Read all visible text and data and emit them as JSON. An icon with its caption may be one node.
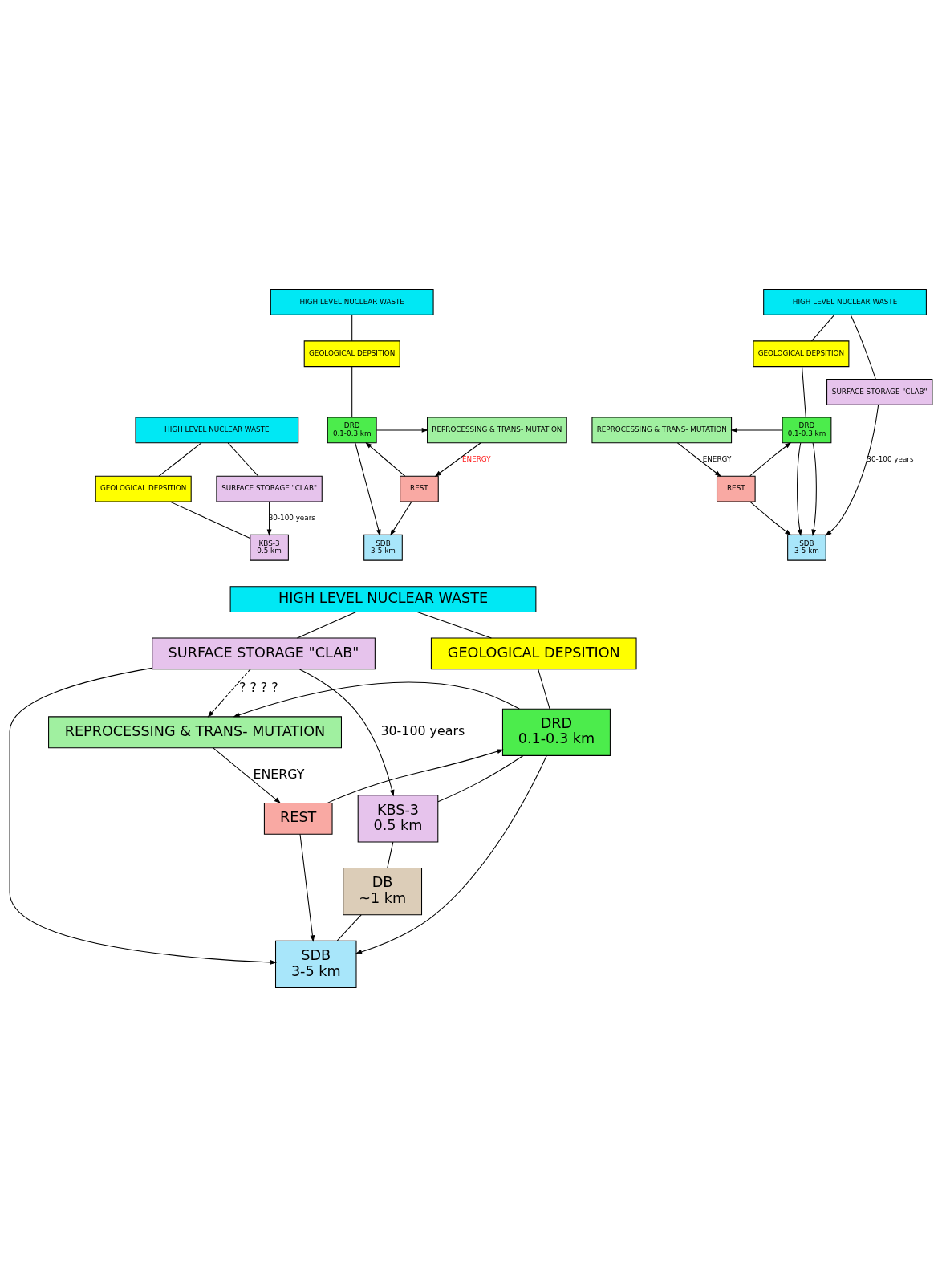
{
  "diagram": {
    "nodes": [
      {
        "text": [
          "HIGH LEVEL NUCLEAR WASTE"
        ]
      },
      {
        "text": [
          "GEOLOGICAL DEPSITION"
        ]
      },
      {
        "text": [
          "SURFACE STORAGE \"CLAB\""
        ]
      },
      {
        "text": [
          "KBS-3",
          "0.5 km"
        ]
      },
      {
        "text": [
          "HIGH LEVEL NUCLEAR WASTE"
        ]
      },
      {
        "text": [
          "GEOLOGICAL DEPSITION"
        ]
      },
      {
        "text": [
          "REPROCESSING & TRANS- MUTATION"
        ]
      },
      {
        "text": [
          "DRD",
          "0.1-0.3 km"
        ]
      },
      {
        "text": [
          "REST"
        ]
      },
      {
        "text": [
          "SDB",
          "3-5 km"
        ]
      },
      {
        "text": [
          "HIGH LEVEL NUCLEAR WASTE"
        ]
      },
      {
        "text": [
          "GEOLOGICAL DEPSITION"
        ]
      },
      {
        "text": [
          "SURFACE STORAGE \"CLAB\""
        ]
      },
      {
        "text": [
          "REPROCESSING & TRANS- MUTATION"
        ]
      },
      {
        "text": [
          "DRD",
          "0.1-0.3 km"
        ]
      },
      {
        "text": [
          "REST"
        ]
      },
      {
        "text": [
          "SDB",
          "3-5 km"
        ]
      },
      {
        "text": [
          "HIGH LEVEL NUCLEAR WASTE"
        ]
      },
      {
        "text": [
          "GEOLOGICAL DEPSITION"
        ]
      },
      {
        "text": [
          "SURFACE STORAGE \"CLAB\""
        ]
      },
      {
        "text": [
          "REPROCESSING & TRANS- MUTATION"
        ]
      },
      {
        "text": [
          "DRD",
          "0.1-0.3 km"
        ]
      },
      {
        "text": [
          "REST"
        ]
      },
      {
        "text": [
          "KBS-3",
          "0.5 km"
        ]
      },
      {
        "text": [
          "DB",
          "~1 km"
        ]
      },
      {
        "text": [
          "SDB",
          "3-5 km"
        ]
      }
    ],
    "edges": [
      {
        "from": 0,
        "to": 1,
        "arrow": "none"
      },
      {
        "from": 0,
        "to": 2,
        "arrow": "none"
      },
      {
        "from": 1,
        "to": 3,
        "arrow": "none"
      },
      {
        "from": 2,
        "to": 3,
        "arrow": "to",
        "label": "30-100 years"
      },
      {
        "from": 4,
        "to": 5,
        "arrow": "none"
      },
      {
        "from": 5,
        "to": 7,
        "arrow": "none"
      },
      {
        "from": 7,
        "to": 6,
        "arrow": "to"
      },
      {
        "from": 6,
        "to": 8,
        "arrow": "to",
        "label": "ENERGY"
      },
      {
        "from": 8,
        "to": 7,
        "arrow": "to"
      },
      {
        "from": 8,
        "to": 9,
        "arrow": "to"
      },
      {
        "from": 7,
        "to": 9,
        "arrow": "to"
      },
      {
        "from": 10,
        "to": 11,
        "arrow": "none"
      },
      {
        "from": 10,
        "to": 12,
        "arrow": "none"
      },
      {
        "from": 11,
        "to": 14,
        "arrow": "none"
      },
      {
        "from": 14,
        "to": 13,
        "arrow": "to"
      },
      {
        "from": 13,
        "to": 15,
        "arrow": "to",
        "label": "ENERGY"
      },
      {
        "from": 15,
        "to": 14,
        "arrow": "to"
      },
      {
        "from": 15,
        "to": 16,
        "arrow": "to"
      },
      {
        "from": 14,
        "to": 16,
        "arrow": "to"
      },
      {
        "from": 14,
        "to": 16,
        "arrow": "to"
      },
      {
        "from": 12,
        "to": 16,
        "arrow": "to",
        "label": "30-100 years"
      },
      {
        "from": 17,
        "to": 18,
        "arrow": "none"
      },
      {
        "from": 17,
        "to": 19,
        "arrow": "none"
      },
      {
        "from": 18,
        "to": 21,
        "arrow": "none"
      },
      {
        "from": 19,
        "to": 20,
        "arrow": "to",
        "style": "dashed",
        "label": "? ? ? ?"
      },
      {
        "from": 21,
        "to": 20,
        "arrow": "to"
      },
      {
        "from": 20,
        "to": 22,
        "arrow": "to",
        "label": "ENERGY"
      },
      {
        "from": 22,
        "to": 21,
        "arrow": "to"
      },
      {
        "from": 21,
        "to": 23,
        "arrow": "none"
      },
      {
        "from": 23,
        "to": 24,
        "arrow": "none"
      },
      {
        "from": 24,
        "to": 25,
        "arrow": "none"
      },
      {
        "from": 19,
        "to": 23,
        "arrow": "to",
        "label": "30-100 years"
      },
      {
        "from": 19,
        "to": 25,
        "arrow": "to"
      },
      {
        "from": 22,
        "to": 25,
        "arrow": "to"
      },
      {
        "from": 21,
        "to": 25,
        "arrow": "to"
      }
    ]
  }
}
